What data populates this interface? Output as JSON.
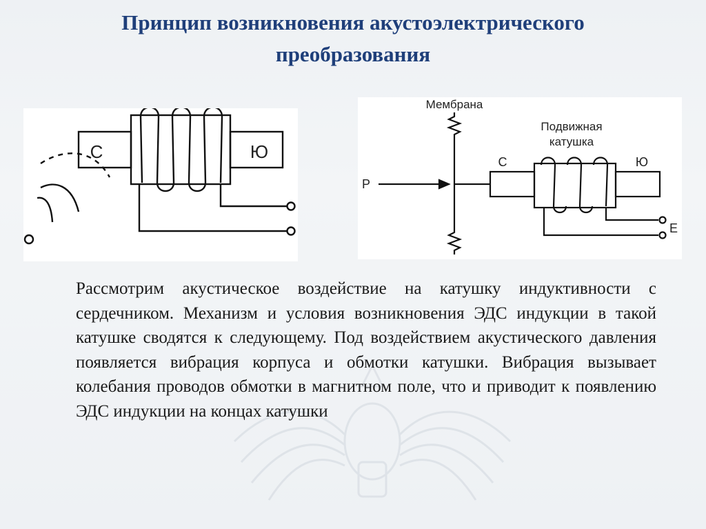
{
  "slide": {
    "title_line1": "Принцип возникновения акустоэлектрического",
    "title_line2": "преобразования",
    "body": "Рассмотрим акустическое воздействие на катушку индуктивности с сердечником. Механизм и условия возникновения ЭДС индукции в такой катушке сводятся к следующему. Под воздействием акустического давления появляется вибрация корпуса и обмотки катушки. Вибрация вызывает колебания проводов обмотки в магнитном поле, что и приводит к появлению ЭДС индукции на концах катушки"
  },
  "diagram_left": {
    "pole_left": "С",
    "pole_right": "Ю"
  },
  "diagram_right": {
    "membrane_label": "Мембрана",
    "coil_label_line1": "Подвижная",
    "coil_label_line2": "катушка",
    "pole_left": "С",
    "pole_right": "Ю",
    "pressure_label": "P",
    "emf_label": "E"
  },
  "colors": {
    "title": "#1f3f7a",
    "text": "#1a1a1a",
    "background": "#eef1f4"
  }
}
